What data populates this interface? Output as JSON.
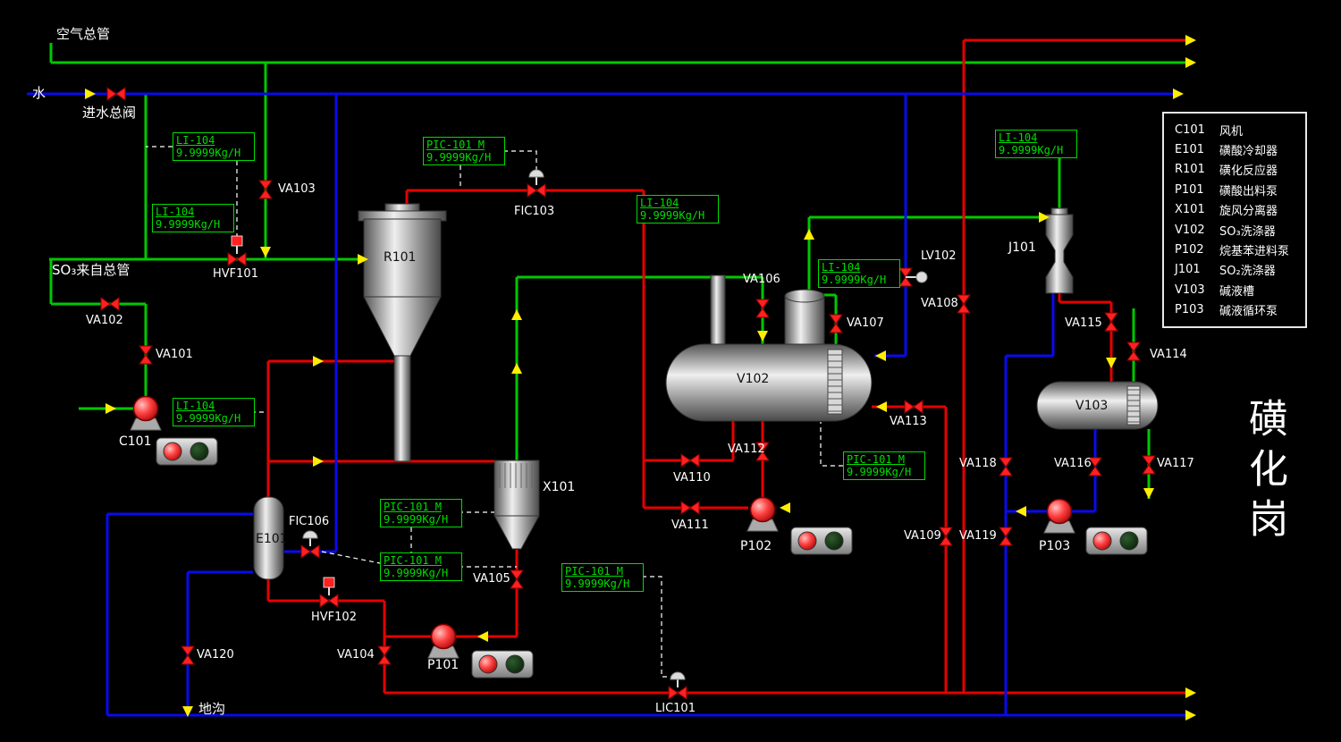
{
  "title": "磺化岗",
  "pipe_labels": {
    "air_main": "空气总管",
    "water": "水",
    "water_valve": "进水总阀",
    "so3_main": "SO₃来自总管",
    "trench": "地沟"
  },
  "equipment": {
    "C101": "C101",
    "R101": "R101",
    "E101": "E101",
    "X101": "X101",
    "P101": "P101",
    "V102": "V102",
    "P102": "P102",
    "J101": "J101",
    "V103": "V103",
    "P103": "P103"
  },
  "valves": {
    "VA101": "VA101",
    "VA102": "VA102",
    "VA103": "VA103",
    "VA104": "VA104",
    "VA105": "VA105",
    "VA106": "VA106",
    "VA107": "VA107",
    "VA108": "VA108",
    "VA109": "VA109",
    "VA110": "VA110",
    "VA111": "VA111",
    "VA112": "VA112",
    "VA113": "VA113",
    "VA114": "VA114",
    "VA115": "VA115",
    "VA116": "VA116",
    "VA117": "VA117",
    "VA118": "VA118",
    "VA119": "VA119",
    "VA120": "VA120",
    "HVF101": "HVF101",
    "HVF102": "HVF102",
    "FIC103": "FIC103",
    "FIC106": "FIC106",
    "LIC101": "LIC101",
    "LV102": "LV102"
  },
  "instruments": {
    "li104": {
      "tag": "LI-104",
      "value": "9.9999Kg/H"
    },
    "pic101": {
      "tag": "PIC-101 M",
      "value": "9.9999Kg/H"
    }
  },
  "legend": {
    "items": [
      {
        "code": "C101",
        "name": "风机"
      },
      {
        "code": "E101",
        "name": "磺酸冷却器"
      },
      {
        "code": "R101",
        "name": "磺化反应器"
      },
      {
        "code": "P101",
        "name": "磺酸出料泵"
      },
      {
        "code": "X101",
        "name": "旋风分离器"
      },
      {
        "code": "V102",
        "name": "SO₃洗涤器"
      },
      {
        "code": "P102",
        "name": "烷基苯进料泵"
      },
      {
        "code": "J101",
        "name": "SO₂洗涤器"
      },
      {
        "code": "V103",
        "name": "碱液槽"
      },
      {
        "code": "P103",
        "name": "碱液循环泵"
      }
    ]
  },
  "colors": {
    "air": "#00c800",
    "water": "#0a0aee",
    "process": "#e60000",
    "arrow": "#ffee00",
    "instrument": "#00dd00"
  }
}
